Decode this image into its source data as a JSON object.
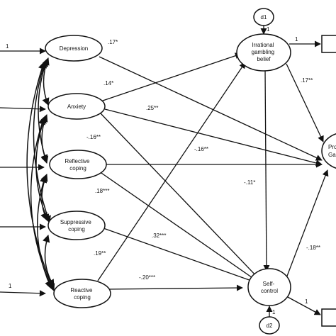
{
  "nodes": {
    "depression": {
      "label": [
        "Depression"
      ]
    },
    "anxiety": {
      "label": [
        "Anxiety"
      ]
    },
    "reflective": {
      "label": [
        "Reflective",
        "coping"
      ]
    },
    "suppressive": {
      "label": [
        "Suppressive",
        "coping"
      ]
    },
    "reactive": {
      "label": [
        "Reactive",
        "coping"
      ]
    },
    "irrational": {
      "label": [
        "Irrational",
        "gambling",
        "belief"
      ]
    },
    "selfcontrol": {
      "label": [
        "Self-",
        "control"
      ]
    },
    "problem": {
      "label": [
        "Pro",
        "Gan"
      ]
    },
    "d1": {
      "label": [
        "d1"
      ]
    },
    "d2": {
      "label": [
        "d2"
      ]
    }
  },
  "path_labels": {
    "dep_in": "1",
    "rea_in": "1",
    "irr_out": "1",
    "sc_out": "1",
    "d1_irr": "1",
    "d2_sc": "1"
  },
  "coefficients": {
    "dep_pg": ".17*",
    "anx_irr": ".14*",
    "anx_pg": ".25**",
    "anx_sc": "-.16**",
    "refl_pg": "-.16**",
    "refl_sc": ".18***",
    "irr_pg": ".17**",
    "irr_sc": "-.11*",
    "supp_sc": ".32***",
    "rea_irr": ".19**",
    "rea_sc": "-.20***",
    "sc_pg": "-.18**"
  }
}
